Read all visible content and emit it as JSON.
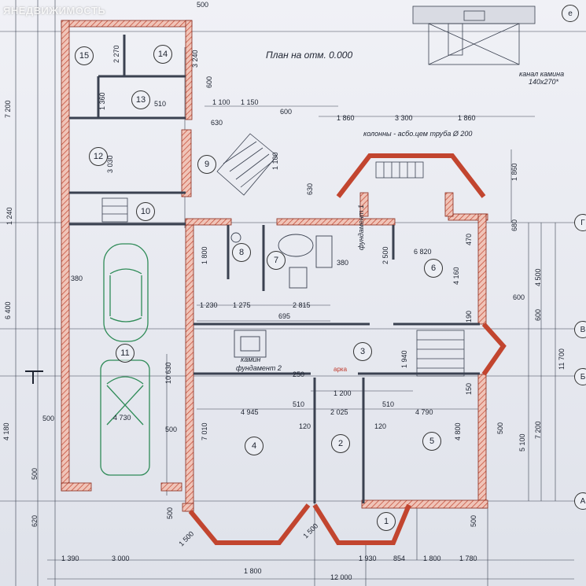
{
  "title": "План на отм. 0.000",
  "watermark": {
    "text": "ЯНЕДВИЖИМОСТЬ"
  },
  "notes": {
    "chimney_1": "канал камина",
    "chimney_2": "140х270*",
    "columns": "колонны - асбо.цем труба Ø 200",
    "foundation_1": "фундамент 1",
    "foundation_2": "фундамент 2",
    "niche": "камин",
    "hole": "арка"
  },
  "rooms": [
    "15",
    "14",
    "13",
    "12",
    "11",
    "10",
    "9",
    "8",
    "7",
    "6",
    "5",
    "4",
    "3",
    "2",
    "1"
  ],
  "axes": [
    "е",
    "Г",
    "В",
    "Б",
    "А"
  ],
  "dims": {
    "d500_top": "500",
    "d2270": "2 270",
    "d1100_a": "1 100",
    "d1150": "1 150",
    "d600_a": "600",
    "d630_a": "630",
    "d1860_a": "1 860",
    "d3300": "3 300",
    "d1860_b": "1 860",
    "d510_a": "510",
    "d380_a": "380",
    "d6820": "6 820",
    "d380_b": "380",
    "d1230": "1 230",
    "d1275": "1 275",
    "d2815": "2 815",
    "d695": "695",
    "d250": "250",
    "d1200": "1 200",
    "d510_b": "510",
    "d510_c": "510",
    "d4945": "4 945",
    "d2025": "2 025",
    "d4790": "4 790",
    "d120_a": "120",
    "d120_b": "120",
    "d4730": "4 730",
    "d500_a": "500",
    "d500_b": "500",
    "d1390": "1 390",
    "d3000": "3 000",
    "d1500": "1 500",
    "d1930": "1 930",
    "d854": "854",
    "d1800_a": "1 800",
    "d1780": "1 780",
    "d1800_b": "1 800",
    "d12000": "12 000",
    "d1500_b": "1 500",
    "d7200_a": "7 200",
    "d3240": "3 240",
    "d600_b": "600",
    "d1360": "1 360",
    "d3030": "3 030",
    "d1100_b": "1 100",
    "d630_b": "630",
    "d1860_c": "1 860",
    "d680": "680",
    "d1240": "1 240",
    "d6400": "6 400",
    "d1800_c": "1 800",
    "d2500": "2 500",
    "d470": "470",
    "d4160": "4 160",
    "d4500": "4 500",
    "d600_c": "600",
    "d600_d": "600",
    "d190": "190",
    "d1940": "1 940",
    "d150": "150",
    "d10630": "10 630",
    "d11700": "11 700",
    "d7010": "7 010",
    "d4800": "4 800",
    "d500_c": "500",
    "d5100": "5 100",
    "d7200_b": "7 200",
    "d4180": "4 180",
    "d500_d": "500",
    "d620": "620",
    "d500_e": "500",
    "d500_f": "500"
  }
}
